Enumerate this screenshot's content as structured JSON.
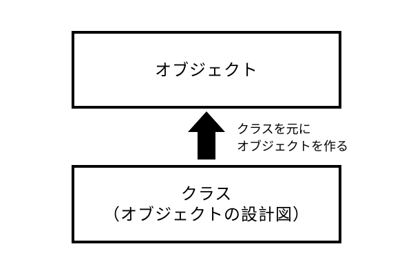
{
  "top_box": {
    "label": "オブジェクト"
  },
  "bottom_box": {
    "line1": "クラス",
    "line2": "（オブジェクトの設計図）"
  },
  "arrow_note": {
    "line1": "クラスを元に",
    "line2": "オブジェクトを作る"
  },
  "colors": {
    "stroke": "#000000",
    "fill": "#ffffff"
  },
  "arrow_icon": "up-arrow-icon"
}
